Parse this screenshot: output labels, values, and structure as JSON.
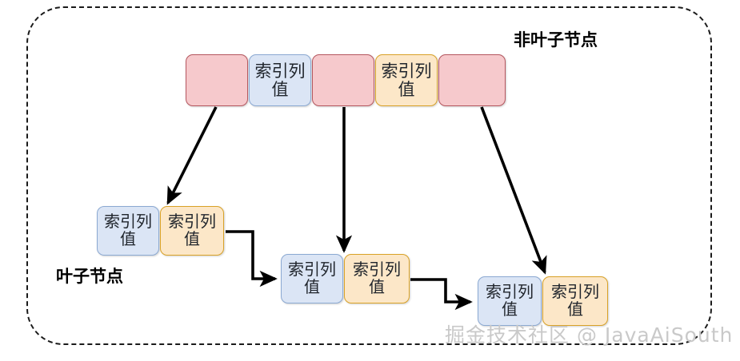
{
  "diagram": {
    "title_nonleaf": "非叶子节点",
    "title_leaf": "叶子节点",
    "watermark": "掘金技术社区 @ JavaAiSouth",
    "colors": {
      "pink_fill": "#f6c9cc",
      "pink_border": "#b5575f",
      "blue_fill": "#dbe5f5",
      "blue_border": "#8ba9d2",
      "orange_fill": "#fce7c8",
      "orange_border": "#d9a227",
      "container_border": "#1a1a1a",
      "connector": "#000000",
      "watermark_color": "#c9c9c9"
    },
    "root_row": {
      "cells": [
        {
          "kind": "pointer",
          "label": ""
        },
        {
          "kind": "key",
          "label": "索引列\n值"
        },
        {
          "kind": "pointer",
          "label": ""
        },
        {
          "kind": "key",
          "label": "索引列\n值"
        },
        {
          "kind": "pointer",
          "label": ""
        }
      ]
    },
    "leaf_rows": [
      {
        "cells": [
          {
            "kind": "key-blue",
            "label": "索引列\n值"
          },
          {
            "kind": "key-orange",
            "label": "索引列\n值"
          }
        ]
      },
      {
        "cells": [
          {
            "kind": "key-blue",
            "label": "索引列\n值"
          },
          {
            "kind": "key-orange",
            "label": "索引列\n值"
          }
        ]
      },
      {
        "cells": [
          {
            "kind": "key-blue",
            "label": "索引列\n值"
          },
          {
            "kind": "key-orange",
            "label": "索引列\n值"
          }
        ]
      }
    ]
  }
}
